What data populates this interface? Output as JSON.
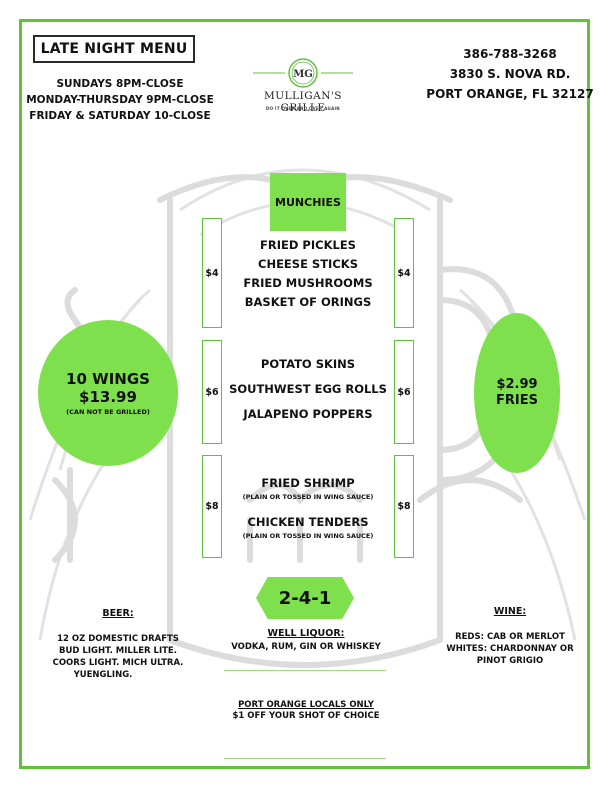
{
  "header": {
    "title": "LATE NIGHT MENU",
    "hours": [
      "SUNDAYS 8PM-CLOSE",
      "MONDAY-THURSDAY 9PM-CLOSE",
      "FRIDAY & SATURDAY 10-CLOSE"
    ]
  },
  "contact": {
    "phone": "386-788-3268",
    "street": "3830 S. NOVA RD.",
    "city": "PORT ORANGE, FL 32127"
  },
  "logo": {
    "monogram": "MG",
    "name": "MULLIGAN'S GRILLE",
    "tagline": "DO IT OVER AND OVER AGAIN",
    "icon": "monogram-badge-icon"
  },
  "munchies": {
    "heading": "MUNCHIES",
    "groups": [
      {
        "price": "$4",
        "items": [
          {
            "name": "FRIED PICKLES"
          },
          {
            "name": "CHEESE STICKS"
          },
          {
            "name": "FRIED MUSHROOMS"
          },
          {
            "name": "BASKET OF ORINGS"
          }
        ]
      },
      {
        "price": "$6",
        "items": [
          {
            "name": "POTATO SKINS"
          },
          {
            "name": "SOUTHWEST EGG ROLLS"
          },
          {
            "name": "JALAPENO POPPERS"
          }
        ]
      },
      {
        "price": "$8",
        "items": [
          {
            "name": "FRIED SHRIMP",
            "note": "(PLAIN OR TOSSED IN WING SAUCE)"
          },
          {
            "name": "CHICKEN TENDERS",
            "note": "(PLAIN OR TOSSED IN WING SAUCE)"
          }
        ]
      }
    ]
  },
  "wings": {
    "title": "10 WINGS",
    "price": "$13.99",
    "note": "(CAN NOT BE GRILLED)"
  },
  "fries": {
    "price": "$2.99",
    "label": "FRIES"
  },
  "promo": {
    "label": "2-4-1"
  },
  "beer": {
    "heading": "BEER:",
    "lines": [
      "12 OZ DOMESTIC DRAFTS",
      "BUD LIGHT. MILLER LITE.",
      "COORS LIGHT. MICH ULTRA.",
      "YUENGLING."
    ]
  },
  "well": {
    "heading": "WELL LIQUOR:",
    "text": "VODKA, RUM, GIN OR WHISKEY"
  },
  "locals": {
    "heading": "PORT ORANGE LOCALS ONLY",
    "text": "$1 OFF YOUR SHOT OF CHOICE"
  },
  "wine": {
    "heading": "WINE:",
    "lines": [
      "REDS: CAB OR MERLOT",
      "WHITES: CHARDONNAY OR",
      "PINOT GRIGIO"
    ]
  },
  "colors": {
    "accent": "#7fe04e",
    "border": "#5fc23a",
    "text": "#111111",
    "art": "#dcdcdc"
  }
}
